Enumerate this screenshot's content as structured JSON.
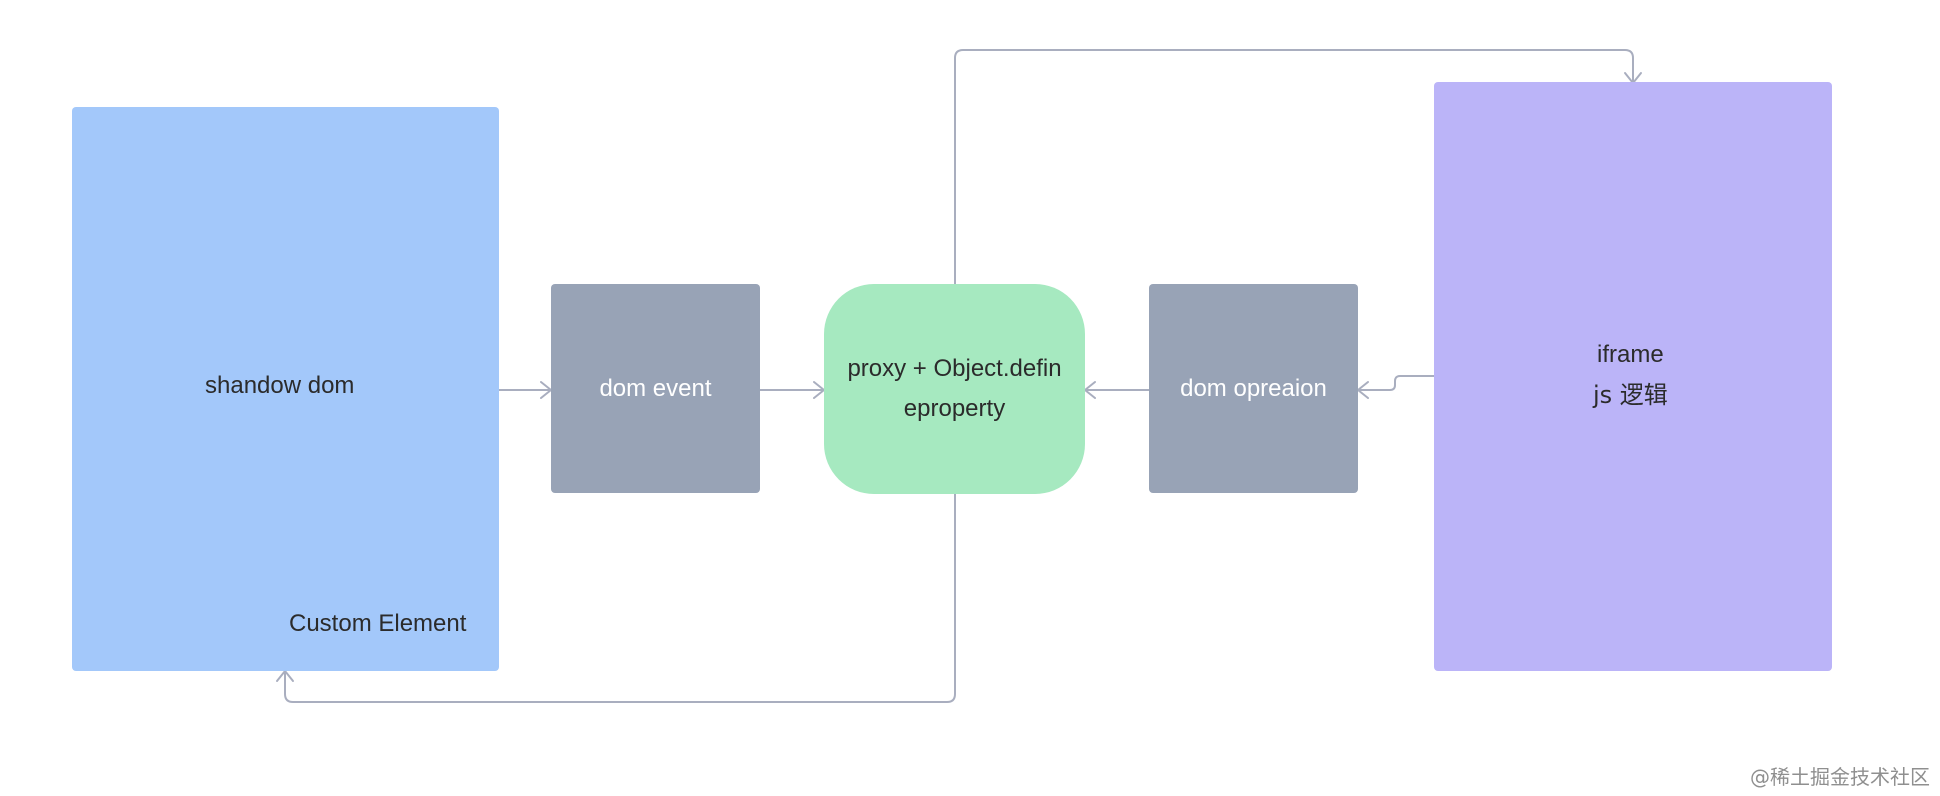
{
  "colors": {
    "shadow_dom_fill": "#a3c8fa",
    "dom_event_fill": "#98a3b6",
    "proxy_fill": "#a6e9c0",
    "dom_operation_fill": "#98a3b6",
    "iframe_fill": "#bbb4f8",
    "connector": "#a9aebf"
  },
  "nodes": {
    "shadow_dom": {
      "label": "shandow dom",
      "sub_label": "Custom Element"
    },
    "dom_event": {
      "label": "dom event"
    },
    "proxy": {
      "line1": "proxy + Object.defin",
      "line2": "eproperty"
    },
    "dom_operation": {
      "label": "dom opreaion"
    },
    "iframe": {
      "line1": "iframe",
      "line2": "js 逻辑"
    }
  },
  "watermark": "@稀土掘金技术社区"
}
